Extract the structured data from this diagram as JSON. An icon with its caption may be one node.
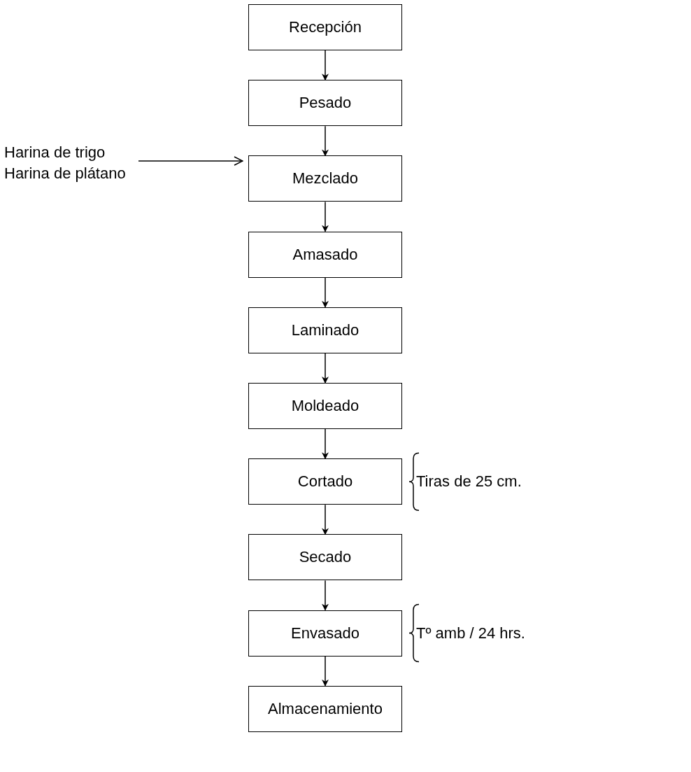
{
  "diagram": {
    "nodes": [
      {
        "text": [
          "Recepción"
        ]
      },
      {
        "text": [
          "Pesado"
        ]
      },
      {
        "text": [
          "Mezclado"
        ]
      },
      {
        "text": [
          "Amasado"
        ]
      },
      {
        "text": [
          "Laminado"
        ]
      },
      {
        "text": [
          "Moldeado"
        ]
      },
      {
        "text": [
          "Cortado"
        ],
        "beside": [
          "Tiras de 25 cm."
        ]
      },
      {
        "text": [
          "Secado"
        ]
      },
      {
        "text": [
          "Envasado"
        ],
        "beside": [
          "Tº amb / 24 hrs."
        ]
      },
      {
        "text": [
          "Almacenamiento"
        ]
      },
      {
        "text": [
          "Harina de trigo Harina de plátano"
        ]
      }
    ],
    "edges": [
      {
        "from": 0,
        "to": 1,
        "arrow": "to"
      },
      {
        "from": 1,
        "to": 2,
        "arrow": "to"
      },
      {
        "from": 2,
        "to": 3,
        "arrow": "to"
      },
      {
        "from": 3,
        "to": 4,
        "arrow": "to"
      },
      {
        "from": 4,
        "to": 5,
        "arrow": "to"
      },
      {
        "from": 5,
        "to": 6,
        "arrow": "to"
      },
      {
        "from": 6,
        "to": 7,
        "arrow": "to"
      },
      {
        "from": 7,
        "to": 8,
        "arrow": "to"
      },
      {
        "from": 8,
        "to": 9,
        "arrow": "to"
      },
      {
        "from": 10,
        "to": 2,
        "arrow": "to"
      }
    ]
  }
}
